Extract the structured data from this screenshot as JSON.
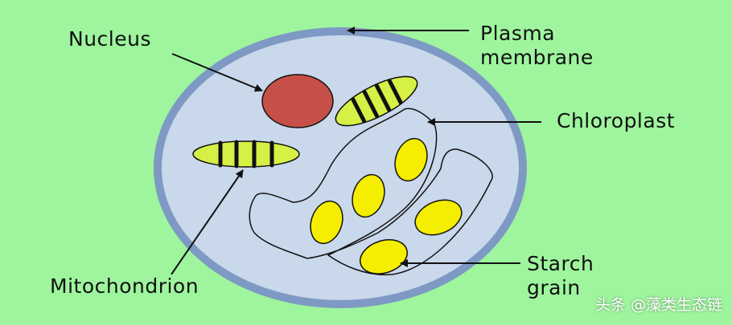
{
  "labels": {
    "nucleus": "Nucleus",
    "plasma_line1": "Plasma",
    "plasma_line2": "membrane",
    "chloroplast": "Chloroplast",
    "mitochondrion": "Mitochondrion",
    "starch_line1": "Starch",
    "starch_line2": "grain"
  },
  "watermark": "头条 @藻类生态链",
  "colors": {
    "background": "#9ef59e",
    "membrane": "#7e99c4",
    "cytoplasm": "#c9d8ea",
    "nucleus": "#c65048",
    "mitochondrion": "#d6f046",
    "starch": "#f5ee00"
  }
}
